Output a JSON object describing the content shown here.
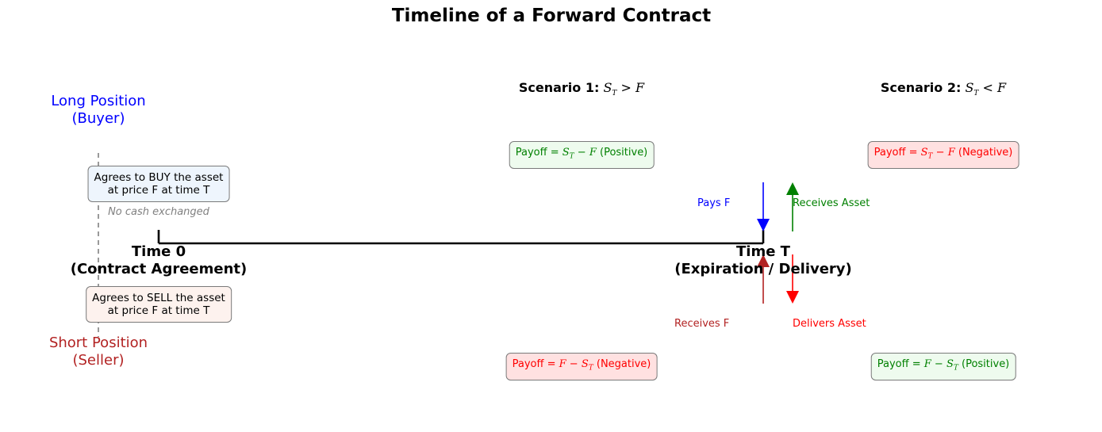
{
  "title": "Timeline of a Forward Contract",
  "long": {
    "line1": "Long Position",
    "line2": "(Buyer)",
    "color": "#0000ff"
  },
  "short": {
    "line1": "Short Position",
    "line2": "(Seller)",
    "color": "#b22222"
  },
  "time0": {
    "line1": "Time 0",
    "line2": "(Contract Agreement)"
  },
  "timeT": {
    "line1": "Time T",
    "line2": "(Expiration / Delivery)"
  },
  "buy_box": {
    "line1": "Agrees to BUY the asset",
    "line2": "at price F at time T"
  },
  "sell_box": {
    "line1": "Agrees to SELL the asset",
    "line2": "at price F at time T"
  },
  "no_cash": "No cash exchanged",
  "arrows": {
    "pays_f": "Pays F",
    "receives_asset": "Receives Asset",
    "receives_f": "Receives F",
    "delivers_asset": "Delivers Asset"
  },
  "scenario1": {
    "label": "Scenario 1:",
    "condition": "S_T > F",
    "long_payoff": {
      "prefix": "Payoff = ",
      "formula": "S_T − F",
      "note": "(Positive)"
    },
    "short_payoff": {
      "prefix": "Payoff = ",
      "formula": "F − S_T",
      "note": "(Negative)"
    }
  },
  "scenario2": {
    "label": "Scenario 2:",
    "condition": "S_T < F",
    "long_payoff": {
      "prefix": "Payoff = ",
      "formula": "S_T − F",
      "note": "(Negative)"
    },
    "short_payoff": {
      "prefix": "Payoff = ",
      "formula": "F − S_T",
      "note": "(Positive)"
    }
  },
  "colors": {
    "blue": "#0000ff",
    "green": "#008000",
    "red": "#ff0000",
    "dark_red": "#b22222",
    "positive_bg": "#eefbee",
    "negative_bg": "#ffe1e1",
    "buy_bg": "#eef5fd",
    "sell_bg": "#fdf2ee",
    "gray": "#808080"
  }
}
